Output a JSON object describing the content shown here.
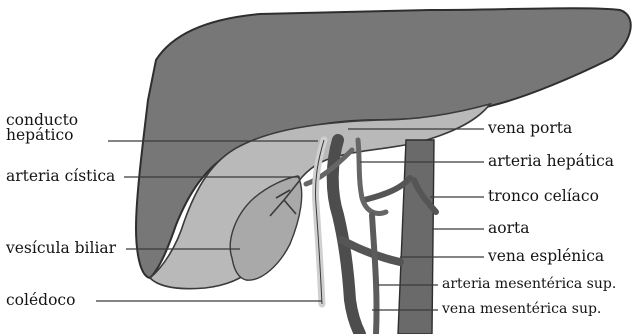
{
  "labels": {
    "conducto_hepatico": {
      "line1": "conducto",
      "line2": "hepático"
    },
    "arteria_cistica": "arteria cística",
    "vesicula_biliar": "vesícula biliar",
    "coledoco": "colédoco",
    "vena_porta": "vena porta",
    "arteria_hepatica": "arteria hepática",
    "tronco_celiaco": "tronco celíaco",
    "aorta": "aorta",
    "vena_esplenica": "vena esplénica",
    "arteria_mesenterica_sup": "arteria mesentérica sup.",
    "vena_mesenterica_sup": "vena mesentérica sup."
  },
  "colors": {
    "liver": "#777777",
    "liver_outline": "#2e2e2e",
    "liver_underside": "#b9b9b9",
    "gallbladder": "#a9a9a9",
    "vessels": "#5c5c5c",
    "duct": "#d0d0d0",
    "leader_lines": "#3a3a3a"
  }
}
